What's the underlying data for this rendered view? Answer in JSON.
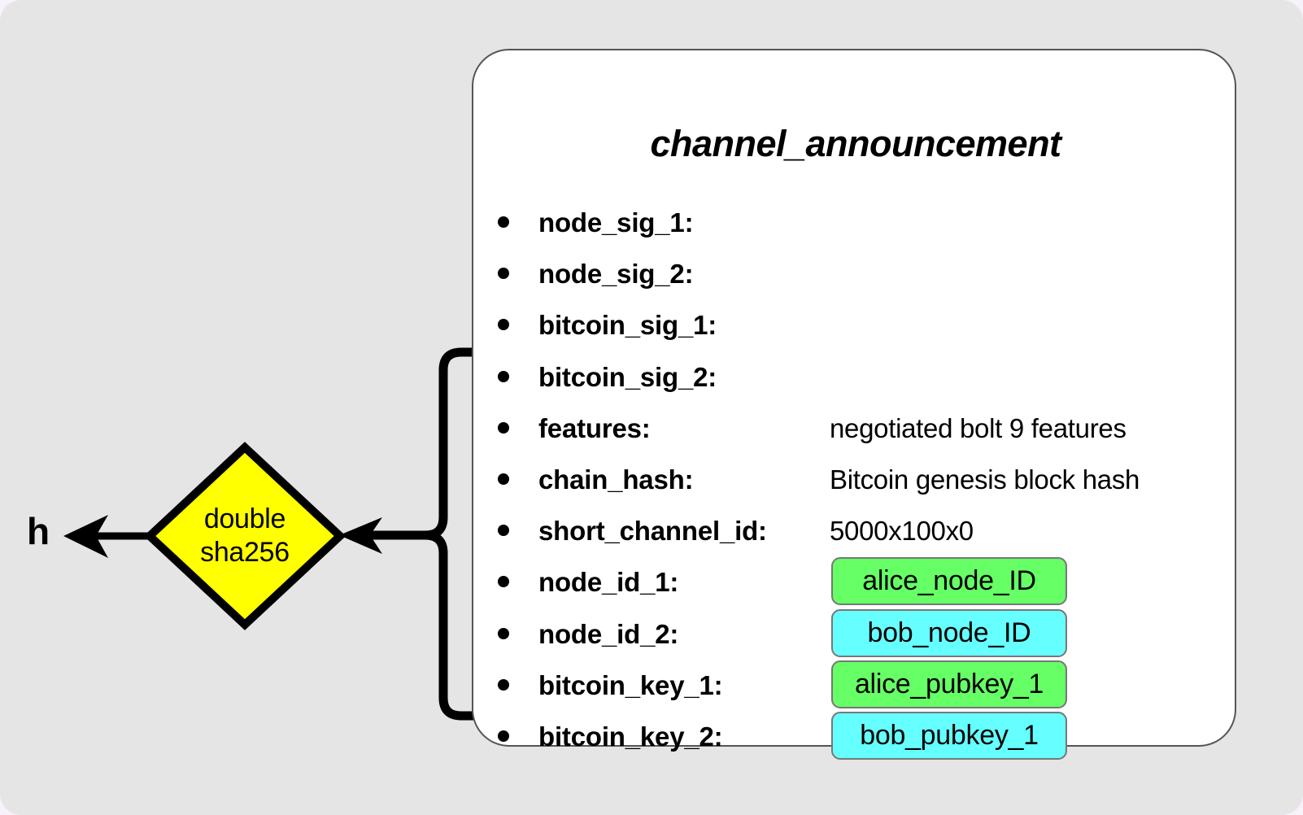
{
  "canvas": {
    "background_color": "#e5e5e5",
    "page_background_color": "#f7f2fb"
  },
  "hash_output": {
    "label": "h",
    "arrow": "arrow-left"
  },
  "hash_node": {
    "shape": "diamond",
    "fill_color": "#ffff00",
    "line1": "double",
    "line2": "sha256"
  },
  "message_card": {
    "title": "channel_announcement",
    "border_color": "#555555",
    "background_color": "#ffffff",
    "fields": [
      {
        "label": "node_sig_1:",
        "value": "",
        "chip": null
      },
      {
        "label": "node_sig_2:",
        "value": "",
        "chip": null
      },
      {
        "label": "bitcoin_sig_1:",
        "value": "",
        "chip": null
      },
      {
        "label": "bitcoin_sig_2:",
        "value": "",
        "chip": null
      },
      {
        "label": "features:",
        "value": "negotiated bolt 9 features",
        "chip": null
      },
      {
        "label": "chain_hash:",
        "value": "Bitcoin genesis block hash",
        "chip": null
      },
      {
        "label": "short_channel_id:",
        "value": "5000x100x0",
        "chip": null
      },
      {
        "label": "node_id_1:",
        "value": "",
        "chip": {
          "text": "alice_node_ID",
          "color": "green",
          "hex": "#66ff66"
        }
      },
      {
        "label": "node_id_2:",
        "value": "",
        "chip": {
          "text": "bob_node_ID",
          "color": "cyan",
          "hex": "#66ffff"
        }
      },
      {
        "label": "bitcoin_key_1:",
        "value": "",
        "chip": {
          "text": "alice_pubkey_1",
          "color": "green",
          "hex": "#66ff66"
        }
      },
      {
        "label": "bitcoin_key_2:",
        "value": "",
        "chip": {
          "text": "bob_pubkey_1",
          "color": "cyan",
          "hex": "#66ffff"
        }
      }
    ]
  },
  "connector": {
    "name": "brace-connector",
    "description": "curly brace grouping fields feeding into double sha256"
  }
}
